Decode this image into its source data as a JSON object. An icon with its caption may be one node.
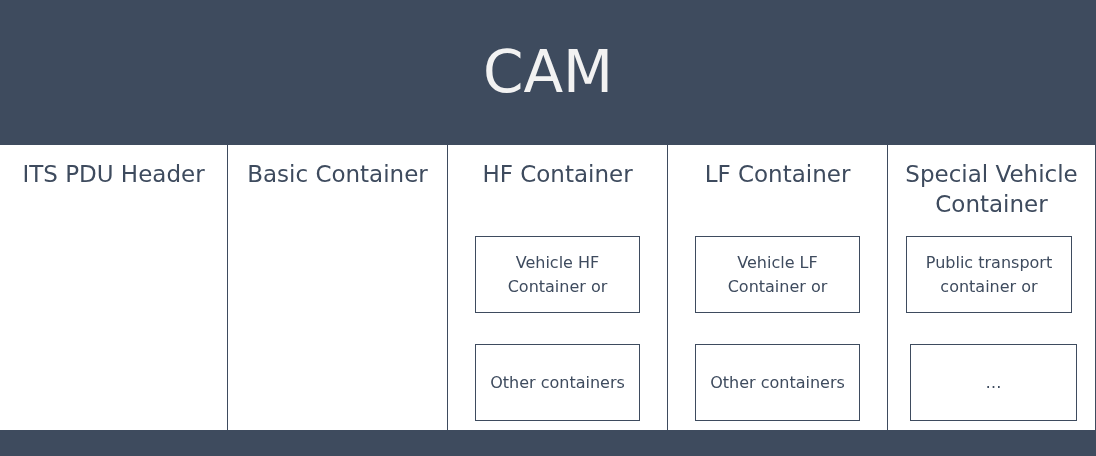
{
  "diagram": {
    "nodes": [
      {
        "text": [
          "CAM"
        ]
      },
      {
        "text": [
          "ITS PDU Header"
        ],
        "in": 0
      },
      {
        "text": [
          "Basic Container"
        ],
        "in": 0
      },
      {
        "text": [
          "HF Container"
        ],
        "in": 0
      },
      {
        "text": [
          "Vehicle HF Container or"
        ],
        "in": 3
      },
      {
        "text": [
          "Other containers"
        ],
        "in": 3
      },
      {
        "text": [
          "LF Container"
        ],
        "in": 0
      },
      {
        "text": [
          "Vehicle LF Container or"
        ],
        "in": 6
      },
      {
        "text": [
          "Other containers"
        ],
        "in": 6
      },
      {
        "text": [
          "Special Vehicle Container"
        ],
        "in": 0
      },
      {
        "text": [
          "Public transport container or"
        ],
        "in": 9
      },
      {
        "text": [
          "…"
        ],
        "in": 9
      }
    ]
  }
}
